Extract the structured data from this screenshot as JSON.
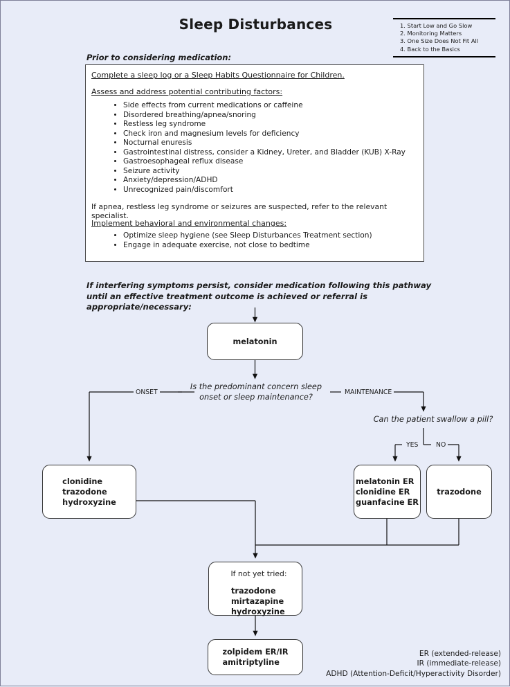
{
  "header": {
    "title": "Sleep Disturbances",
    "principles": [
      "1. Start Low and Go Slow",
      "2. Monitoring Matters",
      "3. One Size Does Not Fit All",
      "4. Back to the Basics"
    ]
  },
  "intro": {
    "prior_label": "Prior to considering medication:"
  },
  "mainbox": {
    "line1": "Complete a sleep log or a Sleep Habits Questionnaire for Children.",
    "line2": "Assess and address potential contributing factors:",
    "factors": [
      "Side effects from current medications or caffeine",
      "Disordered breathing/apnea/snoring",
      "Restless leg syndrome",
      "Check iron and magnesium levels for deficiency",
      "Nocturnal enuresis",
      "Gastrointestinal distress, consider a Kidney, Ureter, and Bladder (KUB) X-Ray",
      "Gastroesophageal reflux disease",
      "Seizure activity",
      "Anxiety/depression/ADHD",
      "Unrecognized pain/discomfort"
    ],
    "referral_note": "If apnea, restless leg syndrome or seizures are suspected, refer to the relevant specialist.",
    "line4": "Implement behavioral and environmental changes:",
    "changes": [
      "Optimize sleep hygiene (see Sleep Disturbances Treatment section)",
      "Engage in adequate exercise, not close to bedtime"
    ]
  },
  "persist_note": "If interfering symptoms persist, consider medication following this pathway until an effective treatment outcome is achieved or referral is appropriate/necessary:",
  "flow": {
    "melatonin": "melatonin",
    "question_main": "Is the predominant concern sleep onset or sleep maintenance?",
    "label_onset": "ONSET",
    "label_maintenance": "MAINTENANCE",
    "question_swallow": "Can the patient swallow a pill?",
    "label_yes": "YES",
    "label_no": "NO",
    "onset_meds": "clonidine\ntrazodone\nhydroxyzine",
    "er_meds": "melatonin ER\nclonidine ER\nguanfacine ER",
    "trazodone": "trazodone",
    "not_yet_tried_head": "If not yet tried:",
    "not_yet_tried_body": "trazodone\nmirtazapine\nhydroxyzine",
    "final_meds": "zolpidem ER/IR\namitriptyline"
  },
  "abbreviations": [
    "ER (extended-release)",
    "IR (immediate-release)",
    "ADHD (Attention-Deficit/Hyperactivity Disorder)"
  ],
  "colors": {
    "background": "#e8ecf8",
    "node_fill": "#ffffff",
    "stroke": "#333333"
  }
}
